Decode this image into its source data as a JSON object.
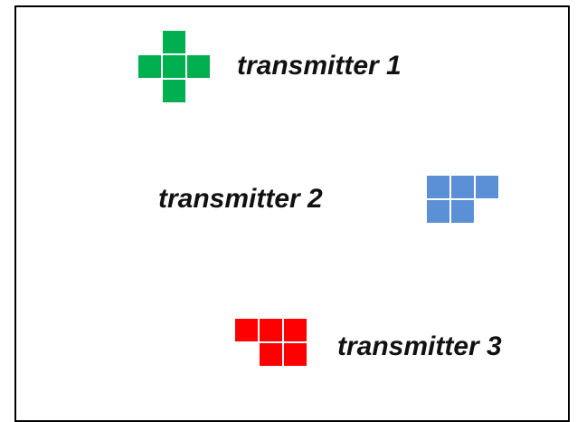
{
  "transmitters": [
    {
      "label": "transmitter 1",
      "color": "#00b050",
      "icon": "plus-shape-icon"
    },
    {
      "label": "transmitter 2",
      "color": "#5b8fd6",
      "icon": "step-block-shape-icon"
    },
    {
      "label": "transmitter 3",
      "color": "#ff0000",
      "icon": "step-block-shape-icon"
    }
  ]
}
